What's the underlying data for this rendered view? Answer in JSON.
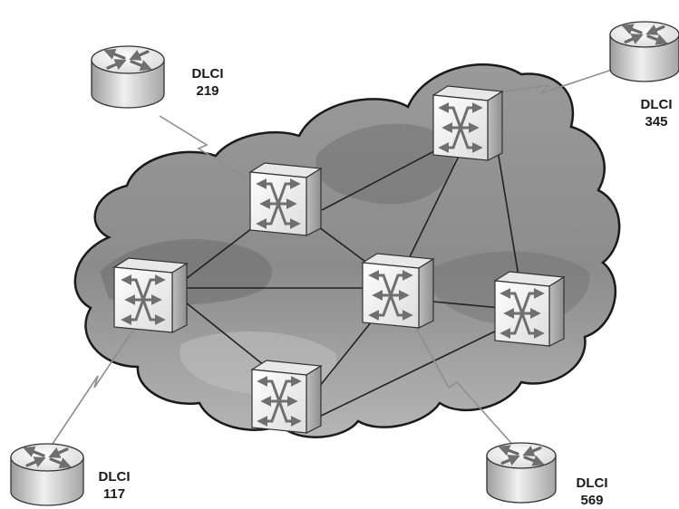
{
  "diagram": {
    "routers": [
      {
        "id": "r219",
        "dlci_word": "DLCI",
        "dlci_number": "219"
      },
      {
        "id": "r345",
        "dlci_word": "DLCI",
        "dlci_number": "345"
      },
      {
        "id": "r117",
        "dlci_word": "DLCI",
        "dlci_number": "117"
      },
      {
        "id": "r569",
        "dlci_word": "DLCI",
        "dlci_number": "569"
      }
    ],
    "switch_count": 6,
    "colors": {
      "cloud_fill": "#a7a7a7",
      "cloud_shade": "#6e6e6e",
      "cloud_outline": "#1a1a1a",
      "device_light": "#f2f2f2",
      "device_dark": "#bdbdbd",
      "arrow": "#7a7a7a",
      "link": "#222222",
      "serial_link": "#999999"
    }
  }
}
